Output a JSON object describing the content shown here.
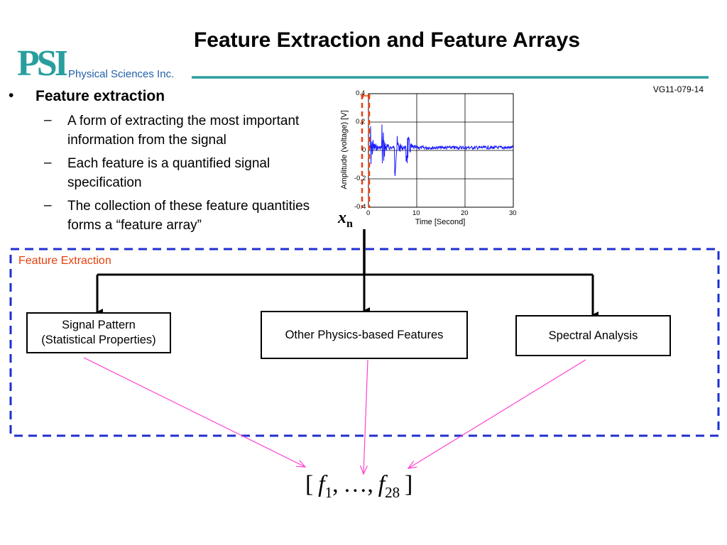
{
  "title": "Feature Extraction and Feature Arrays",
  "logo": {
    "mark_text": "PSI",
    "org_name": "Physical Sciences Inc."
  },
  "slide_id": "VG11-079-14",
  "bullets": {
    "heading": "Feature extraction",
    "items": [
      "A form of extracting the most important information from the signal",
      "Each feature is a quantified signal specification",
      "The collection of these feature quantities forms a “feature array”"
    ]
  },
  "signal_plot": {
    "ylabel": "Amplitude (voltage) [V]",
    "xlabel": "Time [Second]",
    "y_ticks": [
      "0.4",
      "0.2",
      "0",
      "-0.2",
      "-0.4"
    ],
    "x_ticks": [
      "0",
      "10",
      "20",
      "30"
    ],
    "signal_color": "#1a1aff",
    "xn_symbol": "x",
    "xn_subscript": "n"
  },
  "diagram": {
    "region_label": "Feature Extraction",
    "region_label_color": "#e8400c",
    "region_border_color": "#1f2fd0",
    "boxes": {
      "signal_pattern": "Signal Pattern\n(Statistical Properties)",
      "physics": "Other Physics-based Features",
      "spectral": "Spectral Analysis"
    },
    "arrow_color": "#ff40d0",
    "feature_array": {
      "first_symbol": "f",
      "first_sub": "1",
      "ellipsis": "…",
      "last_symbol": "f",
      "last_sub": "28"
    }
  }
}
